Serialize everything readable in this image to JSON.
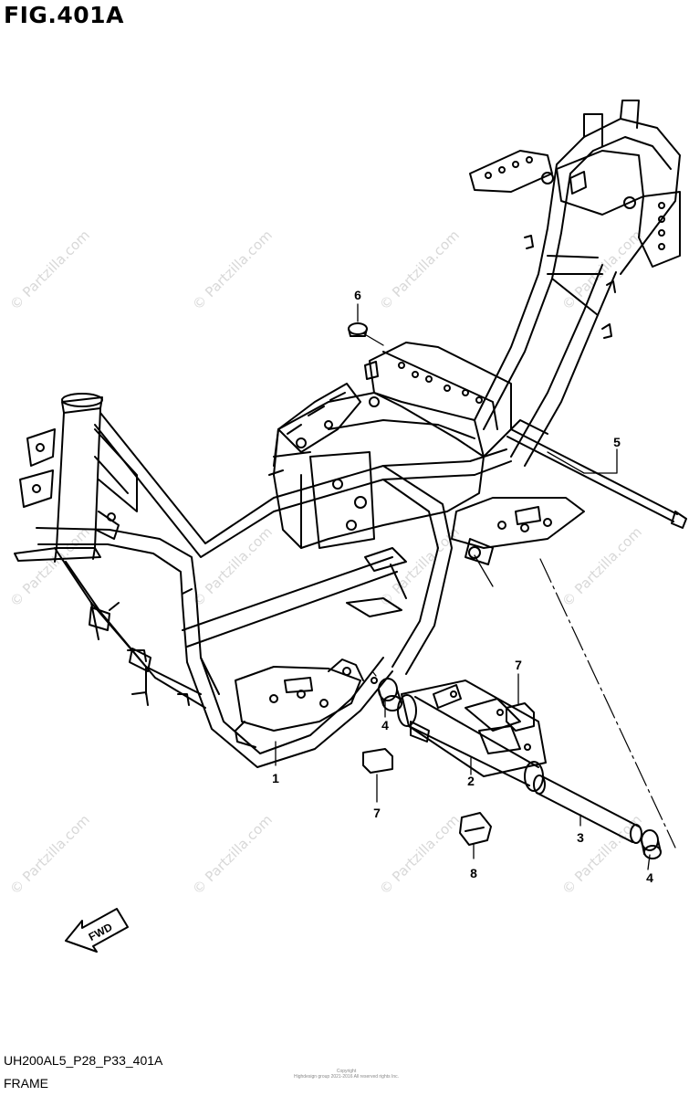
{
  "figure": {
    "title": "FIG.401A"
  },
  "footer": {
    "model_code": "UH200AL5_P28_P33_401A",
    "group_name": "FRAME"
  },
  "watermark": {
    "text": "© Partzilla.com"
  },
  "copyright": {
    "line1": "Copyright",
    "line2": "Highdesign group 2021-2016 All reserved rights Inc."
  },
  "fwd_label": "FWD",
  "callouts": [
    {
      "id": "1",
      "label": "1"
    },
    {
      "id": "2",
      "label": "2"
    },
    {
      "id": "3",
      "label": "3"
    },
    {
      "id": "4a",
      "label": "4"
    },
    {
      "id": "4b",
      "label": "4"
    },
    {
      "id": "5",
      "label": "5"
    },
    {
      "id": "6",
      "label": "6"
    },
    {
      "id": "7a",
      "label": "7"
    },
    {
      "id": "7b",
      "label": "7"
    },
    {
      "id": "8",
      "label": "8"
    }
  ]
}
